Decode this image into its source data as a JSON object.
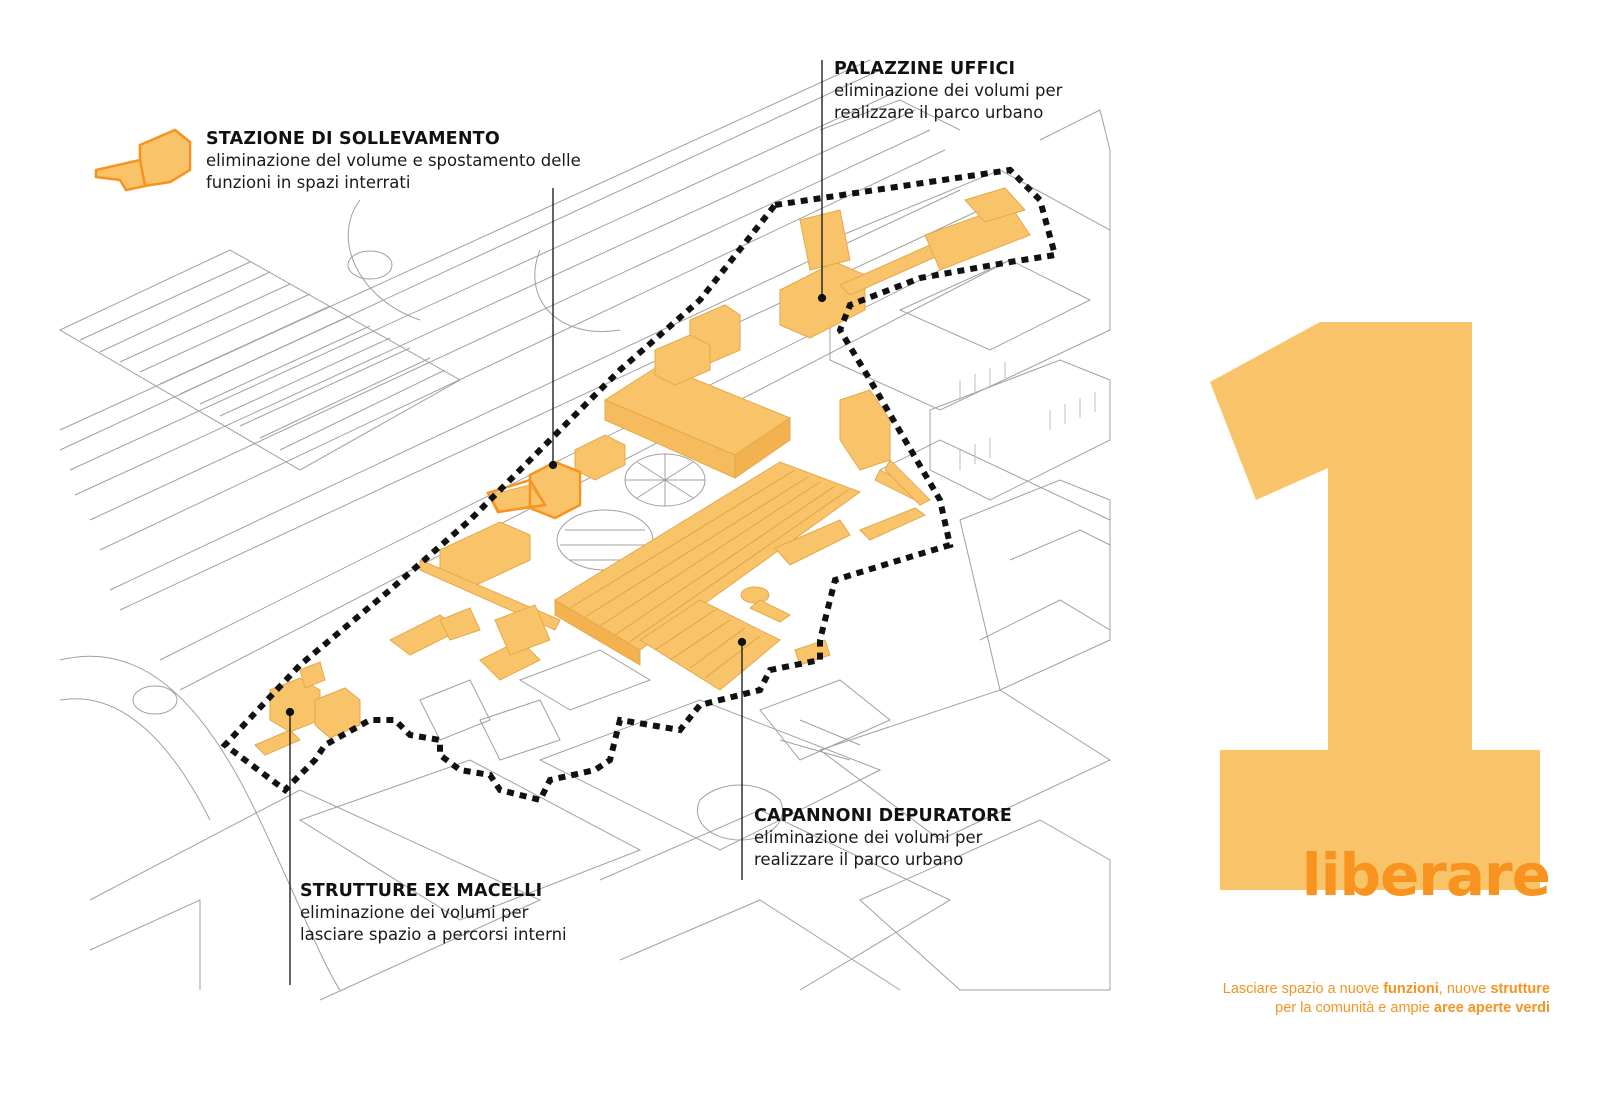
{
  "labels": {
    "stazione": {
      "title": "STAZIONE DI SOLLEVAMENTO",
      "desc_line1": "eliminazione del volume e spostamento delle",
      "desc_line2": "funzioni in spazi interrati"
    },
    "palazzine": {
      "title": "PALAZZINE UFFICI",
      "desc_line1": "eliminazione dei volumi per",
      "desc_line2": "realizzare il parco urbano"
    },
    "capannoni": {
      "title": "CAPANNONI DEPURATORE",
      "desc_line1": "eliminazione dei volumi per",
      "desc_line2": "realizzare il parco urbano"
    },
    "macelli": {
      "title": "STRUTTURE EX MACELLI",
      "desc_line1": "eliminazione dei volumi per",
      "desc_line2": "lasciare spazio a percorsi interni"
    }
  },
  "hero": {
    "number": "1",
    "word": "liberare"
  },
  "tagline": {
    "line1_a": "Lasciare spazio a nuove ",
    "line1_b": "funzioni",
    "line1_c": ", nuove ",
    "line1_d": "strutture",
    "line2_a": "per la comunità e ampie ",
    "line2_b": "aree aperte verdi"
  },
  "colors": {
    "highlight": "#f9c469",
    "accent": "#f7931e",
    "outline": "#111111",
    "context_lines": "#9a9a9a"
  }
}
